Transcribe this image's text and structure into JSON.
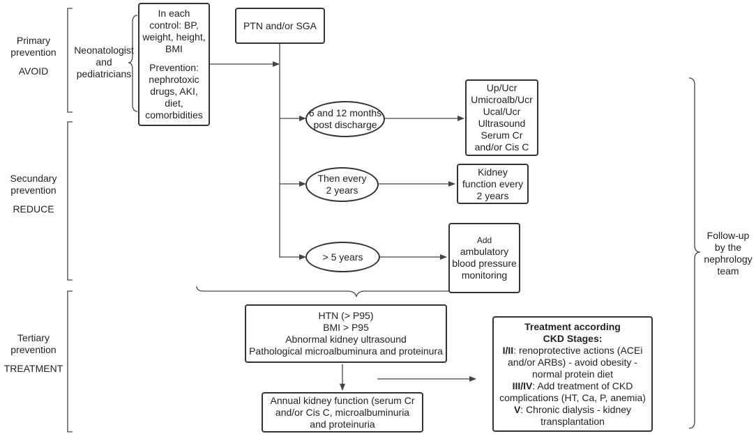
{
  "prevention_levels": {
    "primary": {
      "title_line1": "Primary",
      "title_line2": "prevention",
      "action": "AVOID"
    },
    "secondary": {
      "title_line1": "Secundary",
      "title_line2": "prevention",
      "action": "REDUCE"
    },
    "tertiary": {
      "title_line1": "Tertiary",
      "title_line2": "prevention",
      "action": "TREATMENT"
    }
  },
  "neonatologist": {
    "line1": "Neonatologist",
    "line2": "and",
    "line3": "pediatricians"
  },
  "control_box": {
    "lines": [
      "In each",
      "control: BP,",
      "weight, height,",
      "BMI"
    ],
    "prevention_lines": [
      "Prevention:",
      "nephrotoxic",
      "drugs, AKI,",
      "diet,",
      "comorbidities"
    ]
  },
  "ptn_box": {
    "text": "PTN and/or SGA"
  },
  "timeline": {
    "first": {
      "line1": "6 and 12 months",
      "line2": "post discharge"
    },
    "second": {
      "line1": "Then every",
      "line2": "2 years"
    },
    "third": {
      "text": "> 5 years"
    }
  },
  "tests_box": {
    "lines": [
      "Up/Ucr",
      "Umicroalb/Ucr",
      "Ucal/Ucr",
      "Ultrasound",
      "Serum Cr",
      "and/or Cis C"
    ]
  },
  "kidney_function_box": {
    "lines": [
      "Kidney",
      "function every",
      "2 years"
    ]
  },
  "abpm_box": {
    "line1": "Add",
    "lines": [
      "ambulatory",
      "blood pressure",
      "monitoring"
    ]
  },
  "followup": {
    "lines": [
      "Follow-up",
      "by the",
      "nephrology",
      "team"
    ]
  },
  "htn_box": {
    "lines": [
      "HTN (> P95)",
      "BMI > P95",
      "Abnormal kidney ultrasound",
      "Pathological microalbuminura and proteinura"
    ]
  },
  "annual_box": {
    "lines": [
      "Annual kidney function (serum Cr",
      "and/or Cis C,  microalbuminuria",
      "and proteinuria"
    ]
  },
  "treatment_box": {
    "title1": "Treatment according",
    "title2": "CKD Stages:",
    "stage1_label": "I/II",
    "stage1_line1": ": renoprotective actions (ACEi",
    "stage1_line2": "and/or ARBs) - avoid obesity -",
    "stage1_line3": "normal protein diet",
    "stage2_label": "III/IV",
    "stage2_line1": ": Add treatment of CKD",
    "stage2_line2": "complications (HT, Ca, P, anemia)",
    "stage3_label": "V",
    "stage3_line1": ": Chronic dialysis - kidney",
    "stage3_line2": "transplantation"
  }
}
